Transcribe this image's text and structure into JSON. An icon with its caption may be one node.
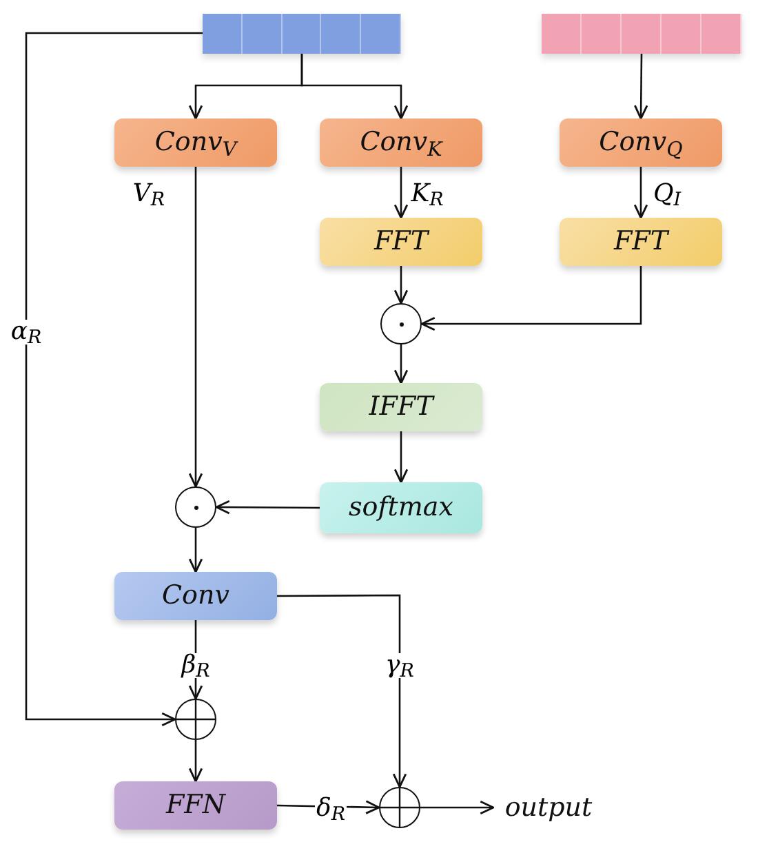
{
  "diagram": {
    "nodes": [
      {
        "text": [],
        "shape": "bar"
      },
      {
        "text": [],
        "shape": "bar"
      },
      {
        "text": [
          "Conv$_{V}$"
        ]
      },
      {
        "text": [
          "Conv$_{K}$"
        ]
      },
      {
        "text": [
          "Conv$_{Q}$"
        ]
      },
      {
        "text": [
          "FFT"
        ]
      },
      {
        "text": [
          "FFT"
        ]
      },
      {
        "text": [],
        "shape": "circle"
      },
      {
        "text": [
          "IFFT"
        ]
      },
      {
        "text": [
          "softmax"
        ]
      },
      {
        "text": [],
        "shape": "circle"
      },
      {
        "text": [
          "Conv"
        ]
      },
      {
        "text": [],
        "shape": "circle"
      },
      {
        "text": [
          "FFN"
        ]
      },
      {
        "text": [],
        "shape": "circle"
      },
      {
        "text": [
          "output"
        ]
      }
    ],
    "edges": [
      {
        "from": 0,
        "to": 2,
        "arrow": "to"
      },
      {
        "from": 0,
        "to": 3,
        "arrow": "to"
      },
      {
        "from": 1,
        "to": 4,
        "arrow": "to"
      },
      {
        "from": 2,
        "to": 10,
        "arrow": "to",
        "label": "V$_{R}$"
      },
      {
        "from": 3,
        "to": 5,
        "arrow": "to",
        "label": "K$_{R}$"
      },
      {
        "from": 4,
        "to": 6,
        "arrow": "to",
        "label": "Q$_{I}$"
      },
      {
        "from": 5,
        "to": 7,
        "arrow": "to"
      },
      {
        "from": 6,
        "to": 7,
        "arrow": "to"
      },
      {
        "from": 7,
        "to": 8,
        "arrow": "to"
      },
      {
        "from": 8,
        "to": 9,
        "arrow": "to"
      },
      {
        "from": 9,
        "to": 10,
        "arrow": "to"
      },
      {
        "from": 10,
        "to": 11,
        "arrow": "to"
      },
      {
        "from": 0,
        "to": 12,
        "arrow": "to",
        "label": "α$_{R}$"
      },
      {
        "from": 11,
        "to": 12,
        "arrow": "to",
        "label": "β$_{R}$"
      },
      {
        "from": 11,
        "to": 14,
        "arrow": "to",
        "label": "γ$_{R}$"
      },
      {
        "from": 12,
        "to": 13,
        "arrow": "to"
      },
      {
        "from": 13,
        "to": 14,
        "arrow": "to",
        "label": "δ$_{R}$"
      },
      {
        "from": 14,
        "to": 15,
        "arrow": "to"
      }
    ]
  }
}
